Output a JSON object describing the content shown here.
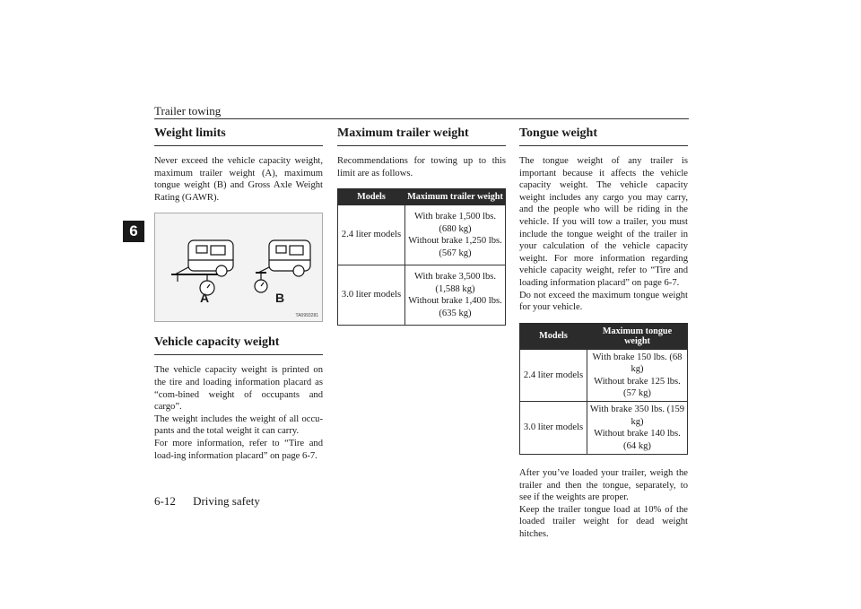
{
  "header": {
    "title": "Trailer towing"
  },
  "chapter_tab": "6",
  "col1": {
    "heading1": "Weight limits",
    "para1": "Never exceed the vehicle capacity weight, maximum trailer weight (A), maximum tongue weight (B) and Gross Axle Weight Rating (GAWR).",
    "figure": {
      "label_a": "A",
      "label_b": "B",
      "code": "TA0993281"
    },
    "heading2": "Vehicle capacity weight",
    "para2": "The vehicle capacity weight is printed on the tire and loading information placard as “com-bined weight of occupants and cargo”.",
    "para3": "The weight includes the weight of all occu-pants and the total weight it can carry.",
    "para4": "For more information, refer to “Tire and load-ing information placard” on page 6-7."
  },
  "col2": {
    "heading": "Maximum trailer weight",
    "intro": "Recommendations for towing up to this limit are as follows.",
    "table": {
      "headers": [
        "Models",
        "Maximum trailer weight"
      ],
      "rows": [
        {
          "model": "2.4 liter models",
          "value": "With brake 1,500 lbs. (680 kg)\nWithout brake 1,250 lbs. (567 kg)"
        },
        {
          "model": "3.0 liter models",
          "value": "With brake 3,500 lbs. (1,588 kg)\nWithout brake 1,400 lbs. (635 kg)"
        }
      ]
    }
  },
  "col3": {
    "heading": "Tongue weight",
    "para1": "The tongue weight of any trailer is important because it affects the vehicle capacity weight. The vehicle capacity weight includes any cargo you may carry, and the people who will be riding in the vehicle. If you will tow a trailer, you must include the tongue weight of the trailer in your calculation of the vehicle capacity weight. For more information regarding vehicle capacity weight, refer to “Tire and loading information placard” on page 6-7.",
    "para2": "Do not exceed the maximum tongue weight for your vehicle.",
    "table": {
      "headers": [
        "Models",
        "Maximum tongue weight"
      ],
      "rows": [
        {
          "model": "2.4 liter models",
          "value": "With brake 150 lbs. (68 kg)\nWithout brake 125 lbs. (57 kg)"
        },
        {
          "model": "3.0 liter models",
          "value": "With brake 350 lbs. (159 kg)\nWithout brake 140 lbs. (64 kg)"
        }
      ]
    },
    "para3": "After you’ve loaded your trailer, weigh the trailer and then the tongue, separately, to see if the weights are proper.",
    "para4": "Keep the trailer tongue load at 10% of the loaded trailer weight for dead weight hitches."
  },
  "footer": {
    "page_number": "6-12",
    "section": "Driving safety"
  }
}
